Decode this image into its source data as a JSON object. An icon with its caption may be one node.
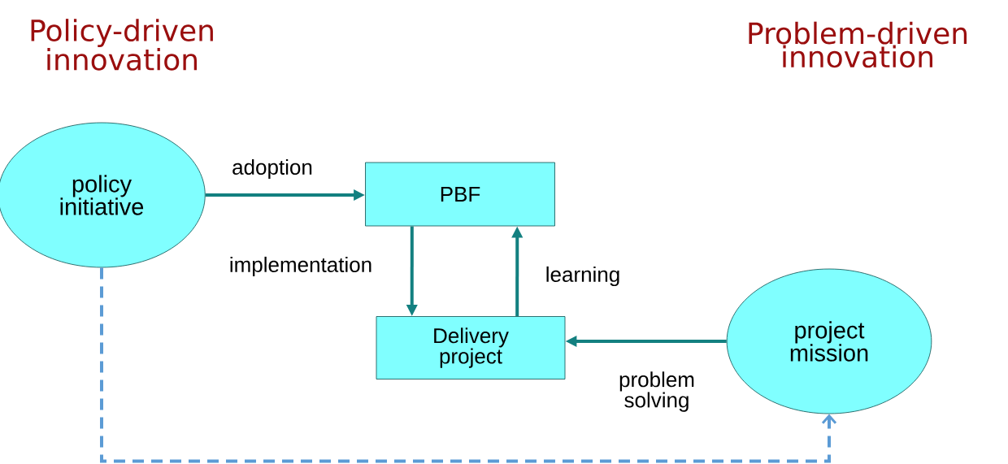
{
  "diagram": {
    "nodes": [
      {
        "text": [
          "policy initiative"
        ]
      },
      {
        "text": [
          "PBF"
        ]
      },
      {
        "text": [
          "Delivery project"
        ]
      },
      {
        "text": [
          "project mission"
        ]
      }
    ],
    "edges": [
      {
        "from": 0,
        "to": 1,
        "arrow": "to",
        "label": "adoption"
      },
      {
        "from": 1,
        "to": 2,
        "arrow": "to",
        "label": "implementation"
      },
      {
        "from": 2,
        "to": 1,
        "arrow": "to",
        "label": "learning"
      },
      {
        "from": 3,
        "to": 2,
        "arrow": "to",
        "label": "problem solving"
      },
      {
        "from": 0,
        "to": 3,
        "arrow": "to",
        "style": "dashed",
        "color": "#5b9bd5"
      }
    ],
    "labels": [
      "Policy-driven innovation",
      "Problem-driven innovation"
    ]
  }
}
